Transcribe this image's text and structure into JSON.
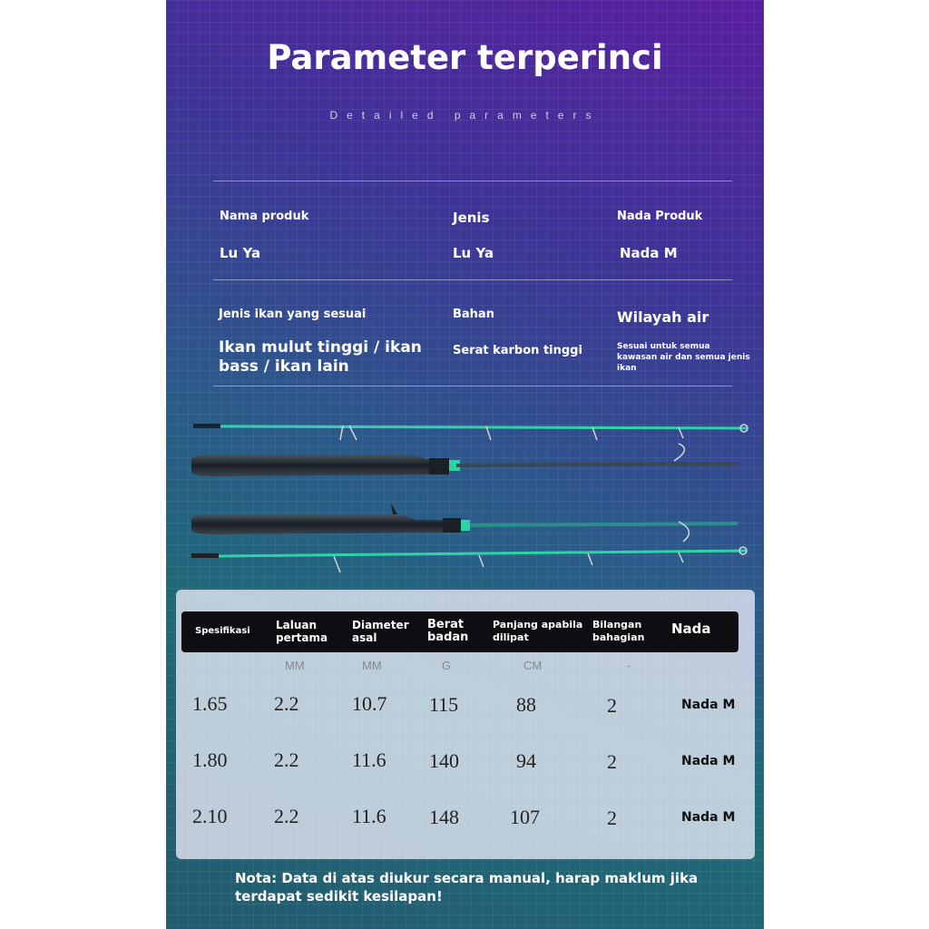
{
  "header": {
    "title": "Parameter terperinci",
    "subtitle": "Detailed parameters"
  },
  "info": {
    "row1": [
      {
        "label": "Nama produk",
        "value": "Lu Ya"
      },
      {
        "label": "Jenis",
        "value": "Lu Ya"
      },
      {
        "label": "Nada Produk",
        "value": "Nada M"
      }
    ],
    "row2": [
      {
        "label": "Jenis ikan yang sesuai",
        "value": "Ikan mulut tinggi / ikan bass / ikan lain"
      },
      {
        "label": "Bahan",
        "value": "Serat karbon tinggi"
      },
      {
        "label": "Wilayah air",
        "value": "Sesuai untuk semua kawasan air dan semua jenis ikan"
      }
    ]
  },
  "table": {
    "headers": [
      "Spesifikasi",
      "Laluan pertama",
      "Diameter asal",
      "Berat badan",
      "Panjang apabila dilipat",
      "Bilangan bahagian",
      "Nada"
    ],
    "units": [
      "",
      "MM",
      "MM",
      "G",
      "CM",
      "-",
      ""
    ],
    "rows": [
      [
        "1.65",
        "2.2",
        "10.7",
        "115",
        "88",
        "2",
        "Nada M"
      ],
      [
        "1.80",
        "2.2",
        "11.6",
        "140",
        "94",
        "2",
        "Nada M"
      ],
      [
        "2.10",
        "2.2",
        "11.6",
        "148",
        "107",
        "2",
        "Nada M"
      ]
    ]
  },
  "note": "Nota: Data di atas diukur secara manual, harap maklum jika terdapat sedikit kesilapan!",
  "colors": {
    "panel_top": "#5a1fa0",
    "panel_bottom": "#235a6f",
    "rod_green": "#2fd3a8",
    "header_bar": "#0d0d12"
  }
}
